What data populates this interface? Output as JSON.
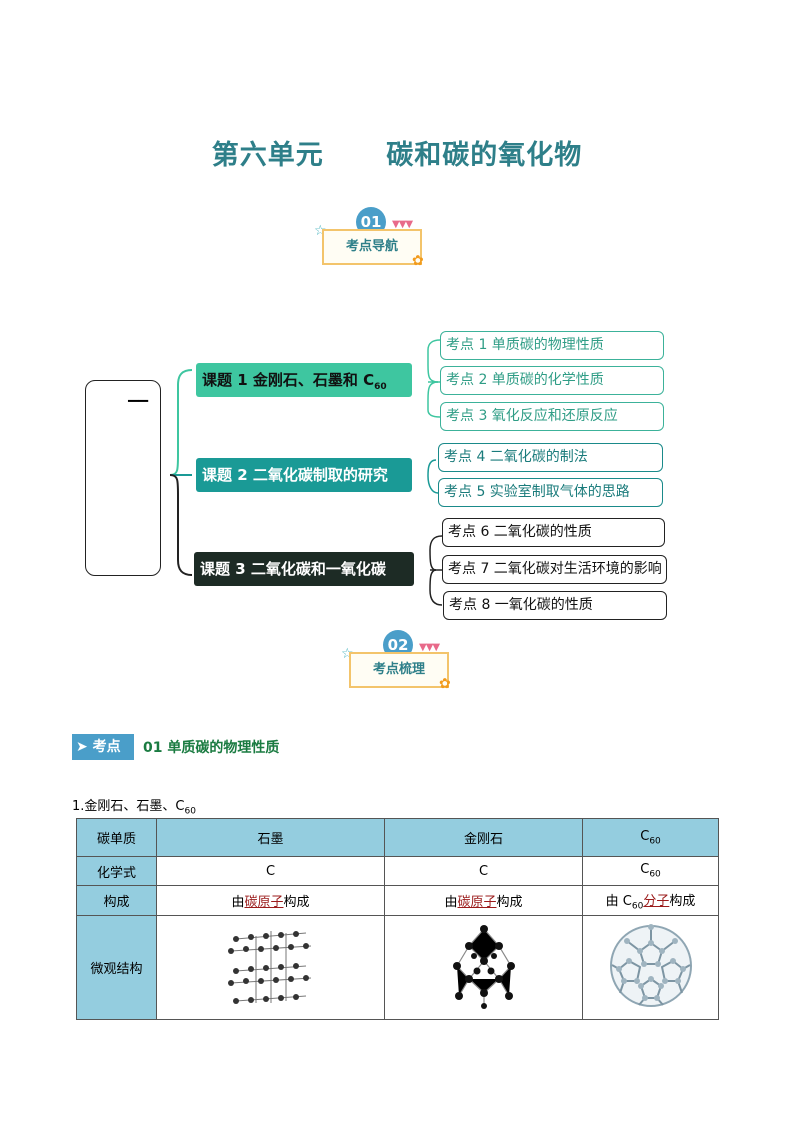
{
  "title": "第六单元      碳和碳的氧化物",
  "badge1": {
    "num": "01",
    "label": "考点导航"
  },
  "badge2": {
    "num": "02",
    "label": "考点梳理"
  },
  "mindmap": {
    "topics": [
      {
        "label": "课题 1 金刚石、石墨和 C",
        "sub": "60",
        "color": "#3ec6a0"
      },
      {
        "label": "课题 2 二氧化碳制取的研究",
        "color": "#1a9a96"
      },
      {
        "label": "课题 3 二氧化碳和一氧化碳",
        "color": "#1d2b25"
      }
    ],
    "points": [
      "考点 1 单质碳的物理性质",
      "考点 2 单质碳的化学性质",
      "考点 3 氧化反应和还原反应",
      "考点 4 二氧化碳的制法",
      "考点 5 实验室制取气体的思路",
      "考点 6 二氧化碳的性质",
      "考点 7 二氧化碳对生活环境的影响",
      "考点 8 一氧化碳的性质"
    ]
  },
  "section": {
    "tag": "➤ 考点",
    "title": "01 单质碳的物理性质"
  },
  "subheading": {
    "text": "1.金刚石、石墨、C",
    "sub": "60"
  },
  "table": {
    "header": [
      "碳单质",
      "石墨",
      "金刚石",
      "C"
    ],
    "header_sub": "60",
    "rows": [
      {
        "label": "化学式",
        "graphite": "C",
        "diamond": "C",
        "c60": "C",
        "c60_sub": "60"
      },
      {
        "label": "构成",
        "graphite_pre": "由",
        "graphite_u": "碳原子",
        "graphite_post": "构成",
        "diamond_pre": "由",
        "diamond_u": "碳原子",
        "diamond_post": "构成",
        "c60_pre": "由 C",
        "c60_sub": "60",
        "c60_u": "分子",
        "c60_post": "构成"
      },
      {
        "label": "微观结构"
      }
    ]
  },
  "colors": {
    "title": "#2e7f89",
    "accent": "#4a9ec9",
    "table_header": "#94cddf"
  }
}
